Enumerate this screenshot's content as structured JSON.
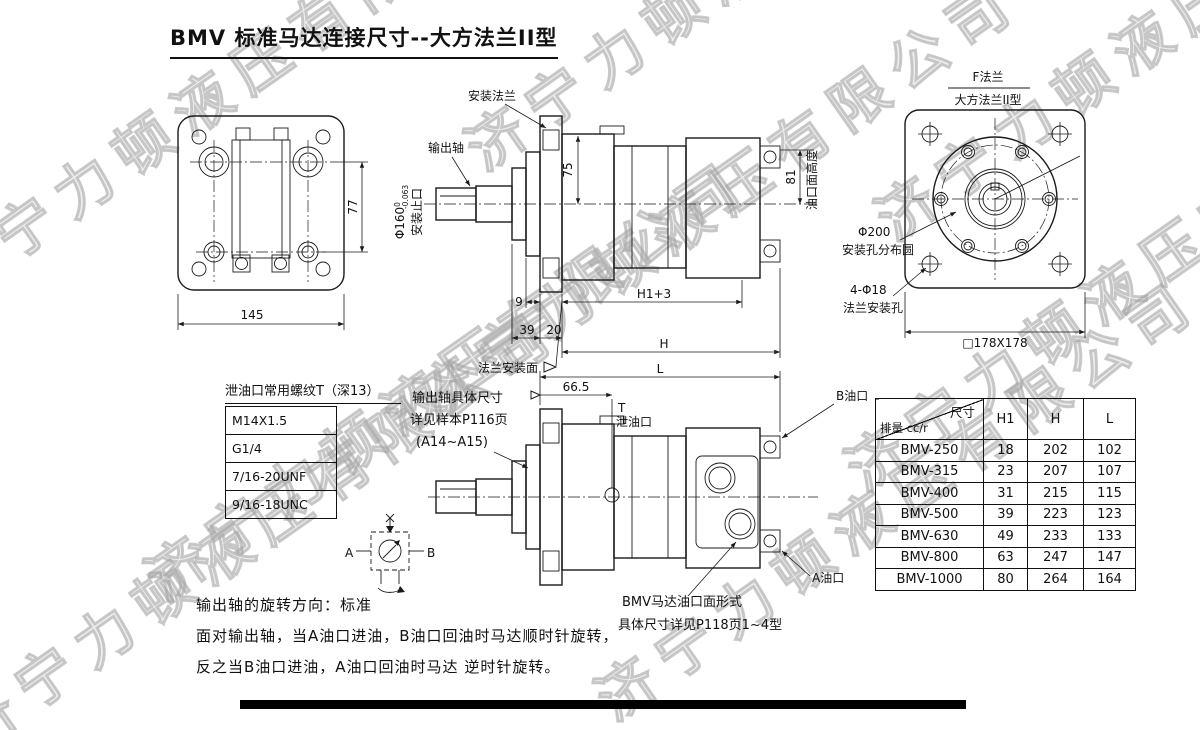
{
  "page": {
    "title": "BMV 标准马达连接尺寸--大方法兰II型"
  },
  "watermark": {
    "text": "济宁力顿液压有限公司"
  },
  "labels": {
    "install_flange": "安装法兰",
    "output_shaft": "输出轴",
    "phi160": "Φ160",
    "phi160_tol_upper": "0",
    "phi160_tol_lower": "-0.063",
    "install_spigot": "安装止口",
    "dim_75": "75",
    "dim_81": "81",
    "port_face_height": "油口面高度",
    "dim_9": "9",
    "dim_39": "39",
    "dim_20": "20",
    "dim_h1_3": "H1+3",
    "dim_h": "H",
    "flange_mount_face": "法兰安装面",
    "dim_145": "145",
    "dim_77": "77",
    "f_flange": "F法兰",
    "big_flange_type": "大方法兰II型",
    "phi200": "Φ200",
    "mount_hole_circle": "安装孔分布圆",
    "four_phi18": "4-Φ18",
    "flange_mount_holes": "法兰安装孔",
    "square_178": "□178X178",
    "dim_l": "L",
    "dim_66_5": "66.5",
    "t_label": "T",
    "drain_port": "泄油口",
    "b_port": "B油口",
    "a_port": "A油口",
    "shaft_note_1": "输出轴具体尺寸",
    "shaft_note_2": "详见样本P116页",
    "shaft_note_3": "(A14~A15)",
    "port_note_1": "BMV马达油口面形式",
    "port_note_2": "具体尺寸详见P118页1~4型",
    "sym_a": "A",
    "sym_b": "B"
  },
  "rotation_note": {
    "line1": "输出轴的旋转方向：标准",
    "line2": "面对输出轴，当A油口进油，B油口回油时马达顺时针旋转，",
    "line3": "反之当B油口进油，A油口回油时马达 逆时针旋转。"
  },
  "thread_table": {
    "title": "泄油口常用螺纹T（深13）",
    "rows": [
      "M14X1.5",
      "G1/4",
      "7/16-20UNF",
      "9/16-18UNC"
    ]
  },
  "size_table": {
    "header": {
      "col1a": "尺寸",
      "col1b": "排量 cc/r",
      "h1": "H1",
      "h": "H",
      "l": "L"
    },
    "rows": [
      {
        "model": "BMV-250",
        "h1": "18",
        "h": "202",
        "l": "102"
      },
      {
        "model": "BMV-315",
        "h1": "23",
        "h": "207",
        "l": "107"
      },
      {
        "model": "BMV-400",
        "h1": "31",
        "h": "215",
        "l": "115"
      },
      {
        "model": "BMV-500",
        "h1": "39",
        "h": "223",
        "l": "123"
      },
      {
        "model": "BMV-630",
        "h1": "49",
        "h": "233",
        "l": "133"
      },
      {
        "model": "BMV-800",
        "h1": "63",
        "h": "247",
        "l": "147"
      },
      {
        "model": "BMV-1000",
        "h1": "80",
        "h": "264",
        "l": "164"
      }
    ]
  }
}
